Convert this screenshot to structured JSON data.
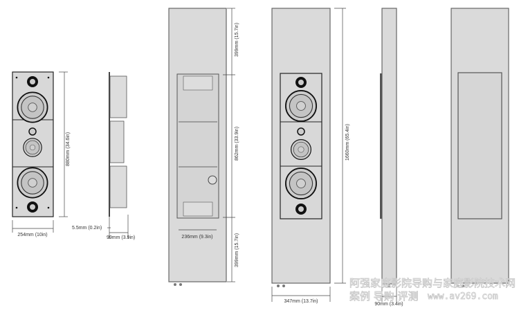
{
  "views": {
    "front_speaker": {
      "height_label": "880mm (34.6in)",
      "width_label": "254mm (10in)"
    },
    "side_speaker": {
      "flange_label": "5.5mm (0.2in)",
      "depth_label": "99mm (3.9in)"
    },
    "cutout_panel": {
      "top_label": "399mm (15.7in)",
      "middle_label": "862mm (33.9in)",
      "bottom_label": "399mm (15.7in)",
      "width_label": "236mm (9.3in)"
    },
    "front_panel": {
      "height_label": "1660mm (65.4in)",
      "width_label": "347mm (13.7in)"
    },
    "side_panel": {
      "depth_label": "90mm (3.4in)"
    }
  },
  "watermark": {
    "line1": "阿强家庭影院导购与家庭影院技术网",
    "line2_cn": "案例 导购 评测",
    "line2_url": "www.av269.com"
  }
}
